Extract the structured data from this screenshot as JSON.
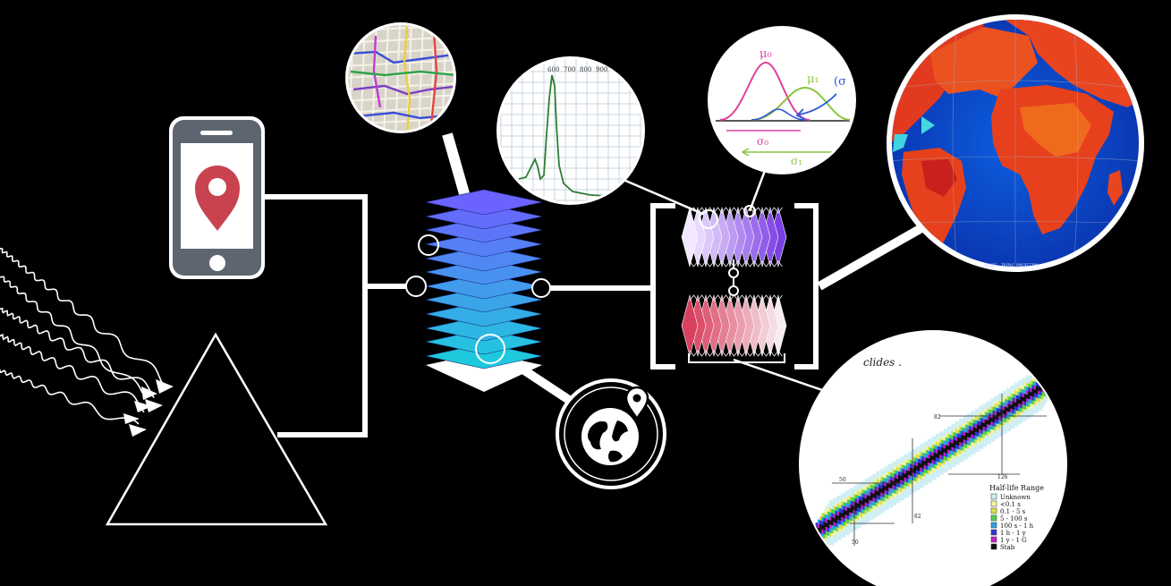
{
  "colors": {
    "background": "#000000",
    "line": "#ffffff",
    "phone_body": "#5d6670",
    "pin": "#c8434f",
    "layer_top": "#6b63ff",
    "layer_bottom": "#1fc9dd",
    "block_a": "#a77cf0",
    "block_b": "#d9516c",
    "gauss_mu0": "#e0419e",
    "gauss_mu1": "#8ac43d",
    "arrow_blue": "#2f56d8"
  },
  "icons": {
    "phone": "smartphone-location-icon",
    "detector": "triangle-detector-icon",
    "globe": "globe-location-icon"
  },
  "spectrum_tick_labels": [
    "600",
    "700",
    "800",
    "900"
  ],
  "gauss_labels": {
    "mu0": "μ₀",
    "mu1": "μ₁",
    "sigma_note": "(σ",
    "sigma0": "σ₀",
    "sigma1": "σ₁"
  },
  "map_labels": {
    "projection": "ORANGE, TRIPLE PROJECTION"
  },
  "nuclides": {
    "title_fragment": "clides .",
    "legend_title": "Half-life Range",
    "legend": [
      {
        "label": "Unknown",
        "color": "#cfeef5"
      },
      {
        "label": "<0.1 s",
        "color": "#f4f5a3"
      },
      {
        "label": "0.1 - 5 s",
        "color": "#d7e24a"
      },
      {
        "label": "5 - 100 s",
        "color": "#4fd14f"
      },
      {
        "label": "100 s - 1 h",
        "color": "#2aa4e0"
      },
      {
        "label": "1 h - 1 y",
        "color": "#3334d0"
      },
      {
        "label": "1 y - 1 G",
        "color": "#c121c7"
      },
      {
        "label": "Stab",
        "color": "#111111"
      }
    ],
    "tick_labels": [
      "82",
      "126",
      "50",
      "82",
      "50"
    ]
  }
}
